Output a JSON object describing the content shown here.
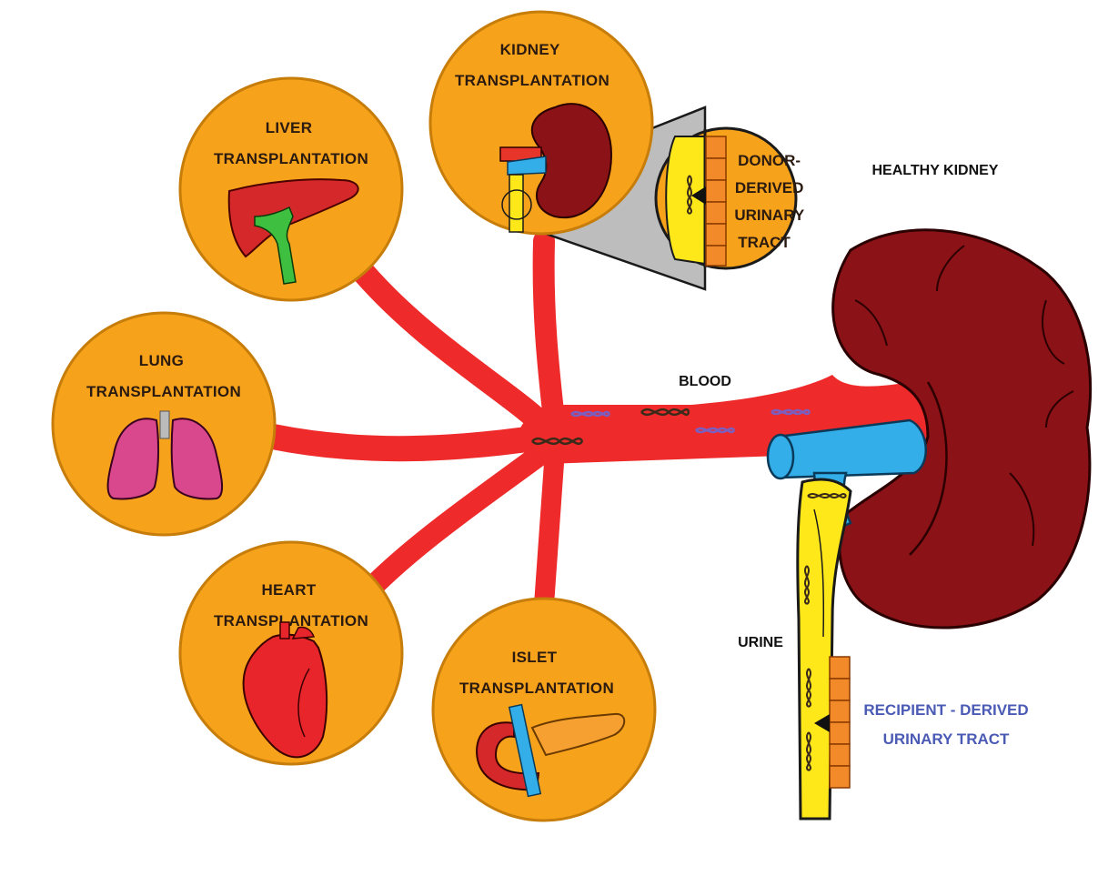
{
  "organs": [
    {
      "key": "kidney",
      "lines": [
        "KIDNEY",
        "TRANSPLANTATION"
      ],
      "icon": "kidney-icon"
    },
    {
      "key": "liver",
      "lines": [
        "LIVER",
        "TRANSPLANTATION"
      ],
      "icon": "liver-icon"
    },
    {
      "key": "lung",
      "lines": [
        "LUNG",
        "TRANSPLANTATION"
      ],
      "icon": "lungs-icon"
    },
    {
      "key": "heart",
      "lines": [
        "HEART",
        "TRANSPLANTATION"
      ],
      "icon": "heart-icon"
    },
    {
      "key": "islet",
      "lines": [
        "ISLET",
        "TRANSPLANTATION"
      ],
      "icon": "pancreas-icon"
    }
  ],
  "zoom": {
    "lines": [
      "DONOR-",
      "DERIVED",
      "URINARY",
      "TRACT"
    ]
  },
  "labels": {
    "healthy_kidney": "HEALTHY KIDNEY",
    "blood": "BLOOD",
    "urine": "URINE",
    "recipient_line1": "RECIPIENT - DERIVED",
    "recipient_line2": "URINARY TRACT"
  },
  "colors": {
    "circle_fill": "#f7a21b",
    "circle_stroke": "#c77d0a",
    "vessel": "#ee2a2a",
    "kidney": "#8b1217",
    "ureter": "#ffe81a",
    "vein": "#33aee8",
    "cells": "#f28a2a",
    "recipient_text": "#4b5bb5",
    "text": "#2a1a10"
  }
}
